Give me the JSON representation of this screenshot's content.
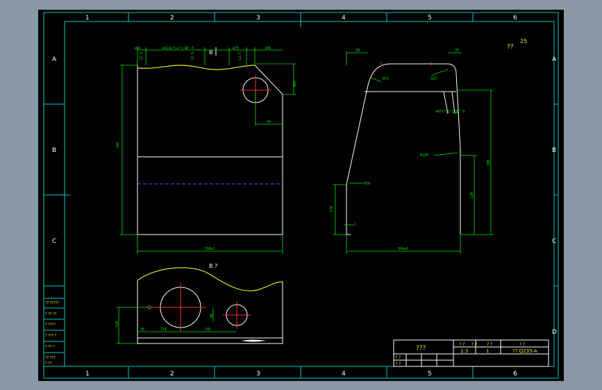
{
  "grid": {
    "columns": [
      "1",
      "2",
      "3",
      "4",
      "5",
      "6"
    ],
    "rows": [
      "A",
      "B",
      "C",
      "D"
    ]
  },
  "views": {
    "top_view_label": "B",
    "bottom_view_label": "B ?"
  },
  "top_dims": {
    "d1": "ø81",
    "d2": "ø114(°+1°)/ɸ° 0",
    "d3": "ø70",
    "d4": "100",
    "d5": "12.5",
    "d6": "12.5",
    "d7": "12.5",
    "d8": "100",
    "d9": "94",
    "height": "344",
    "width": "500±1"
  },
  "side_dims": {
    "top_w": "90",
    "top_r": "25",
    "r75": "R75",
    "r25": "R25",
    "bore": "ø65(°+1°)/ɸ° 0",
    "r100": "R100",
    "r50": "R50",
    "h_right": "300",
    "h_mid": "230",
    "h_left": "170",
    "small": "2",
    "width": "304±1"
  },
  "bottom_dims": {
    "h": "134",
    "a": "38",
    "b": "110",
    "c": "195",
    "d": "40"
  },
  "notes": {
    "rough": "??",
    "rough_val": "25"
  },
  "left_block": {
    "r1": "?? ?????",
    "r2": "? ?? ??",
    "r3": "? ????",
    "r4": "? ??? ?",
    "r5": "? ?? ?",
    "r6": "?? ???",
    "r7": "? ??"
  },
  "title_block": {
    "name": "???",
    "h1": "? ?",
    "h2": "? ?",
    "h3": "? ?",
    "h4": "? ?",
    "scale": "1:3",
    "qty": "1",
    "material": "?? Q235-A",
    "sign1": "? ?",
    "sign2": "? ?"
  }
}
